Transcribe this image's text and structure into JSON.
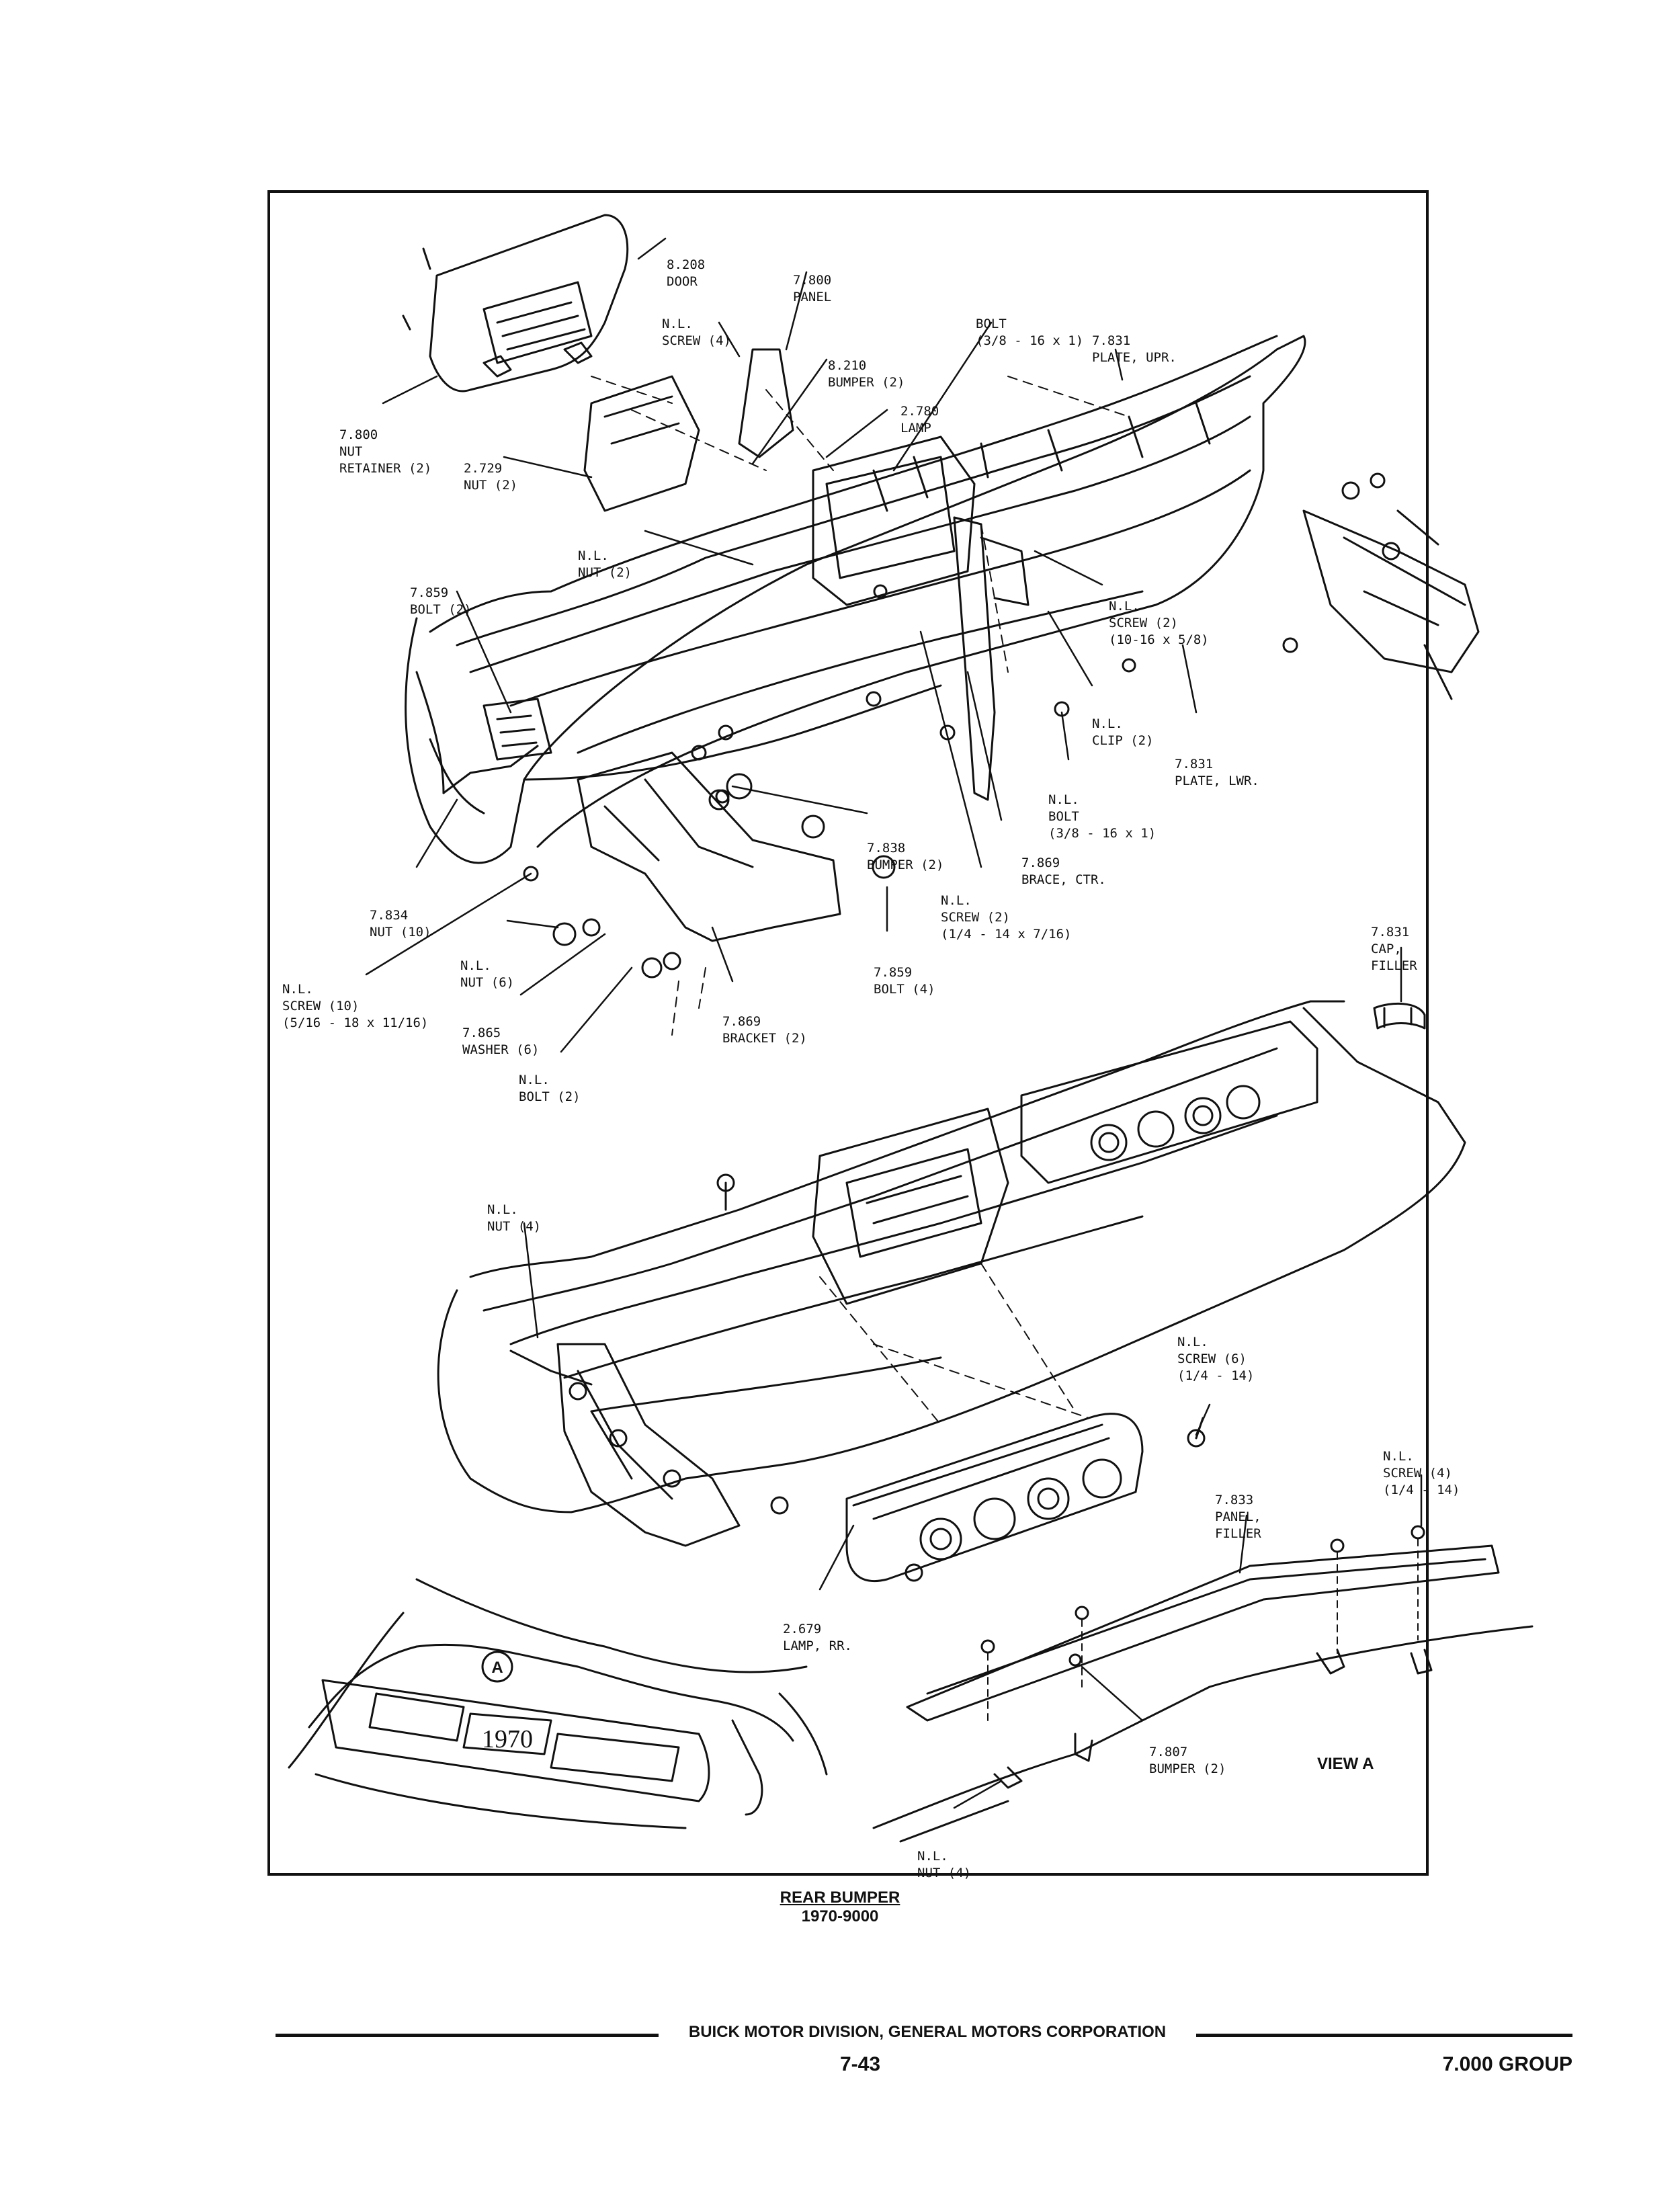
{
  "callouts": {
    "door": [
      "8.208",
      "DOOR"
    ],
    "panel_top": [
      "7.800",
      "PANEL"
    ],
    "screw4_top": [
      "N.L.",
      "SCREW (4)"
    ],
    "bolt_top": [
      "BOLT",
      "(3/8 - 16 x 1)"
    ],
    "plate_upr": [
      "7.831",
      "PLATE, UPR."
    ],
    "bumper_8210": [
      "8.210",
      "BUMPER (2)"
    ],
    "lamp_2780": [
      "2.780",
      "LAMP"
    ],
    "nut_retainer": [
      "7.800",
      "NUT",
      "RETAINER (2)"
    ],
    "nut_2729": [
      "2.729",
      "NUT (2)"
    ],
    "nl_nut2": [
      "N.L.",
      "NUT (2)"
    ],
    "bolt_7859_top": [
      "7.859",
      "BOLT (2)"
    ],
    "nl_screw_1016": [
      "N.L.",
      "SCREW (2)",
      "(10-16 x 5/8)"
    ],
    "nl_clip": [
      "N.L.",
      "CLIP (2)"
    ],
    "plate_lwr": [
      "7.831",
      "PLATE, LWR."
    ],
    "nl_bolt_38": [
      "N.L.",
      "BOLT",
      "(3/8 - 16 x 1)"
    ],
    "bumper_7838": [
      "7.838",
      "BUMPER (2)"
    ],
    "brace_ctr": [
      "7.869",
      "BRACE, CTR."
    ],
    "nl_screw_14": [
      "N.L.",
      "SCREW (2)",
      "(1/4 - 14 x 7/16)"
    ],
    "nut_7834": [
      "7.834",
      "NUT (10)"
    ],
    "nl_nut6": [
      "N.L.",
      "NUT (6)"
    ],
    "nl_screw10": [
      "N.L.",
      "SCREW (10)",
      "(5/16 - 18 x 11/16)"
    ],
    "washer": [
      "7.865",
      "WASHER (6)"
    ],
    "nl_bolt2": [
      "N.L.",
      "BOLT (2)"
    ],
    "bracket": [
      "7.869",
      "BRACKET (2)"
    ],
    "bolt_7859_mid": [
      "7.859",
      "BOLT (4)"
    ],
    "cap_filler": [
      "7.831",
      "CAP,",
      "FILLER"
    ],
    "nl_nut4_mid": [
      "N.L.",
      "NUT (4)"
    ],
    "nl_screw6": [
      "N.L.",
      "SCREW (6)",
      "(1/4 - 14)"
    ],
    "nl_screw4_viewa": [
      "N.L.",
      "SCREW (4)",
      "(1/4 - 14)"
    ],
    "panel_filler": [
      "7.833",
      "PANEL,",
      "FILLER"
    ],
    "lamp_rr": [
      "2.679",
      "LAMP, RR."
    ],
    "bumper_7807": [
      "7.807",
      "BUMPER (2)"
    ],
    "nl_nut4_bottom": [
      "N.L.",
      "NUT (4)"
    ]
  },
  "view_marker": "A",
  "plate_text": "1970",
  "view_a_label": "VIEW A",
  "caption": {
    "title": "REAR BUMPER",
    "subtitle": "1970-9000"
  },
  "footer": {
    "company": "BUICK MOTOR DIVISION, GENERAL MOTORS CORPORATION",
    "page": "7-43",
    "group": "7.000 GROUP"
  }
}
